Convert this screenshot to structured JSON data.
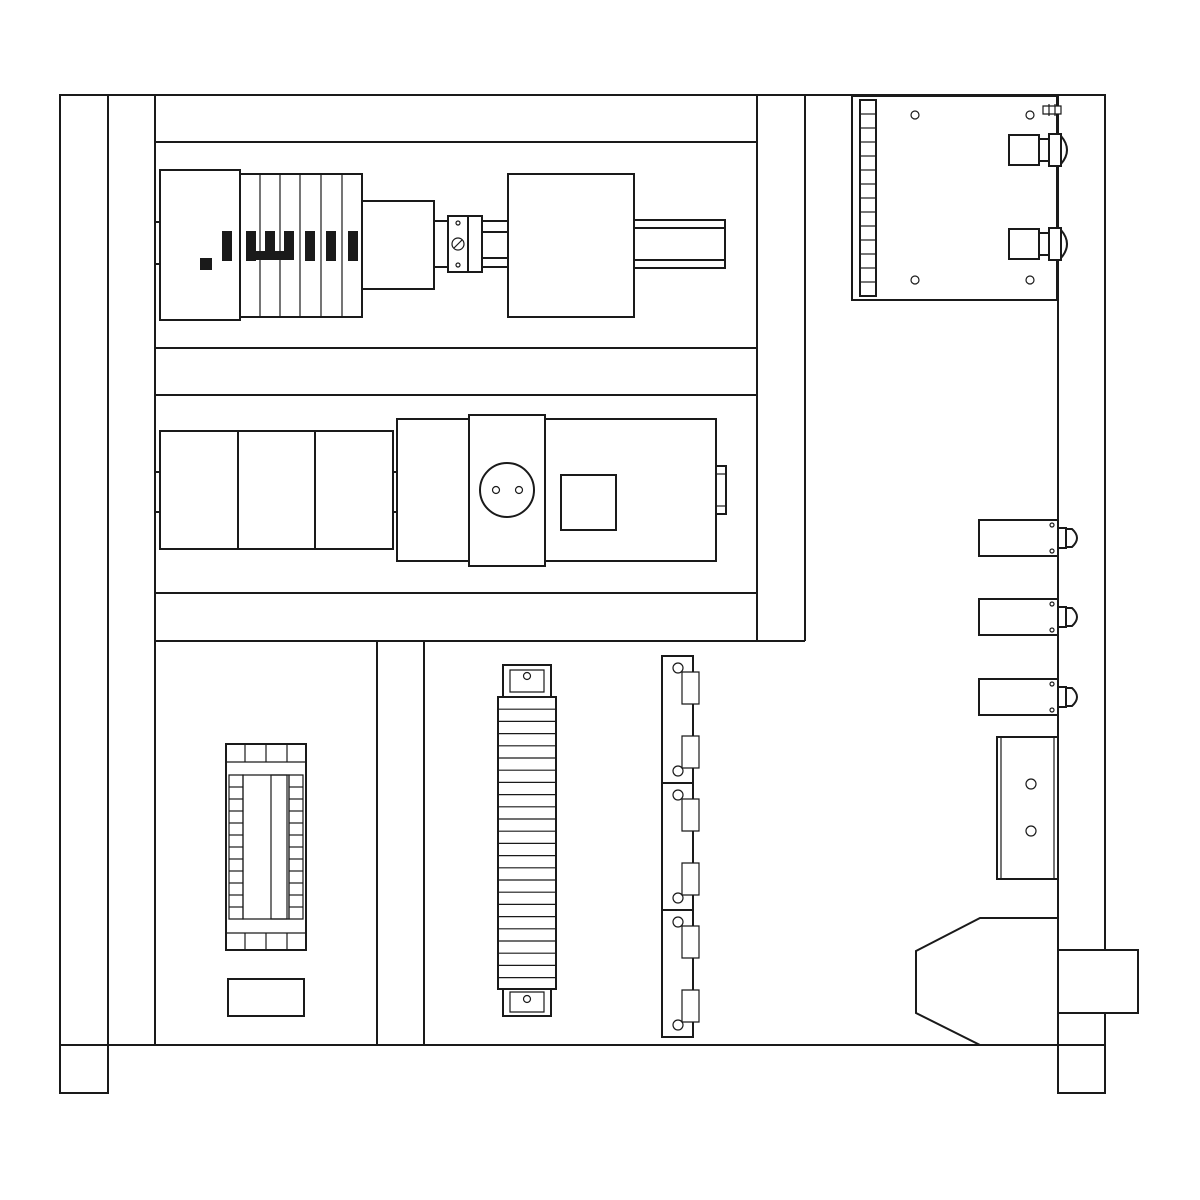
{
  "title": "",
  "colors": {
    "line": "#1a1a1a",
    "background": "#ffffff"
  },
  "components": {
    "frame": "cabinet-frame",
    "top_rail": "din-rail-top",
    "middle_rail": "din-rail-middle",
    "breaker_stack": "circuit-breaker-stack",
    "socket": "power-socket",
    "terminal_blocks": "terminal-block-column",
    "fuse_holders": "fuse-holder-strip",
    "pcb": "control-board",
    "indicator_lamps": "indicator-lamp",
    "cable_gland": "cable-gland-housing"
  }
}
